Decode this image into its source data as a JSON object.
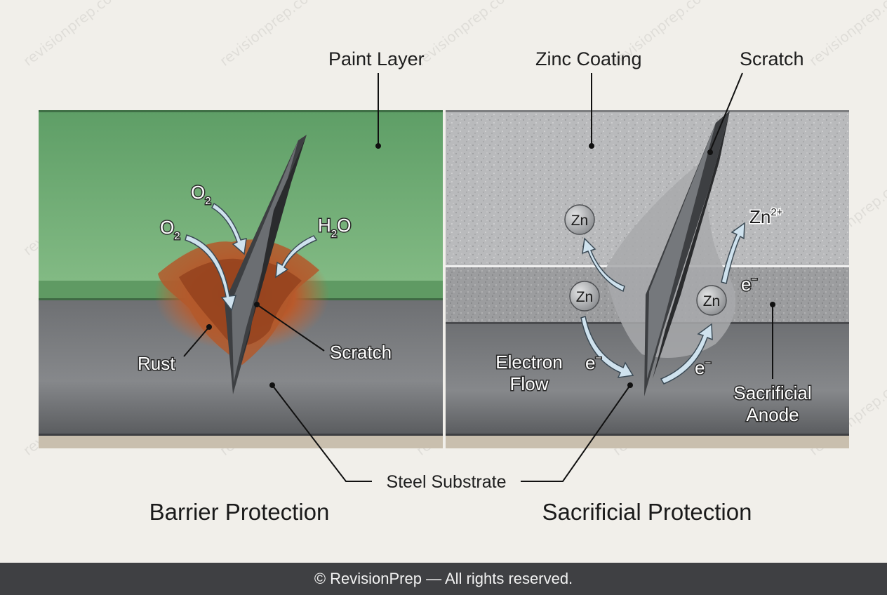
{
  "labels": {
    "paint_layer": "Paint Layer",
    "zinc_coating": "Zinc Coating",
    "scratch_right": "Scratch",
    "scratch_left": "Scratch",
    "rust": "Rust",
    "steel_substrate": "Steel Substrate",
    "electron_flow_line1": "Electron",
    "electron_flow_line2": "Flow",
    "sacrificial_anode_line1": "Sacrificial",
    "sacrificial_anode_line2": "Anode"
  },
  "molecules": {
    "o2_a": {
      "base": "O",
      "sub": "2"
    },
    "o2_b": {
      "base": "O",
      "sub": "2"
    },
    "h2o": {
      "h": "H",
      "sub": "2",
      "o": "O"
    },
    "zn_atom": "Zn",
    "zn_ion": {
      "base": "Zn",
      "sup": "2+"
    },
    "electron": {
      "base": "e",
      "sup": "−"
    }
  },
  "titles": {
    "left": "Barrier Protection",
    "right": "Sacrificial Protection"
  },
  "watermark": "revisionprep.com",
  "footer": "© RevisionPrep — All rights reserved.",
  "colors": {
    "paint": "#6aa872",
    "steel": "#5d5f62",
    "zinc": "#b7b8ba",
    "rust": "#b0522a",
    "footer_bg": "#3f4043"
  }
}
